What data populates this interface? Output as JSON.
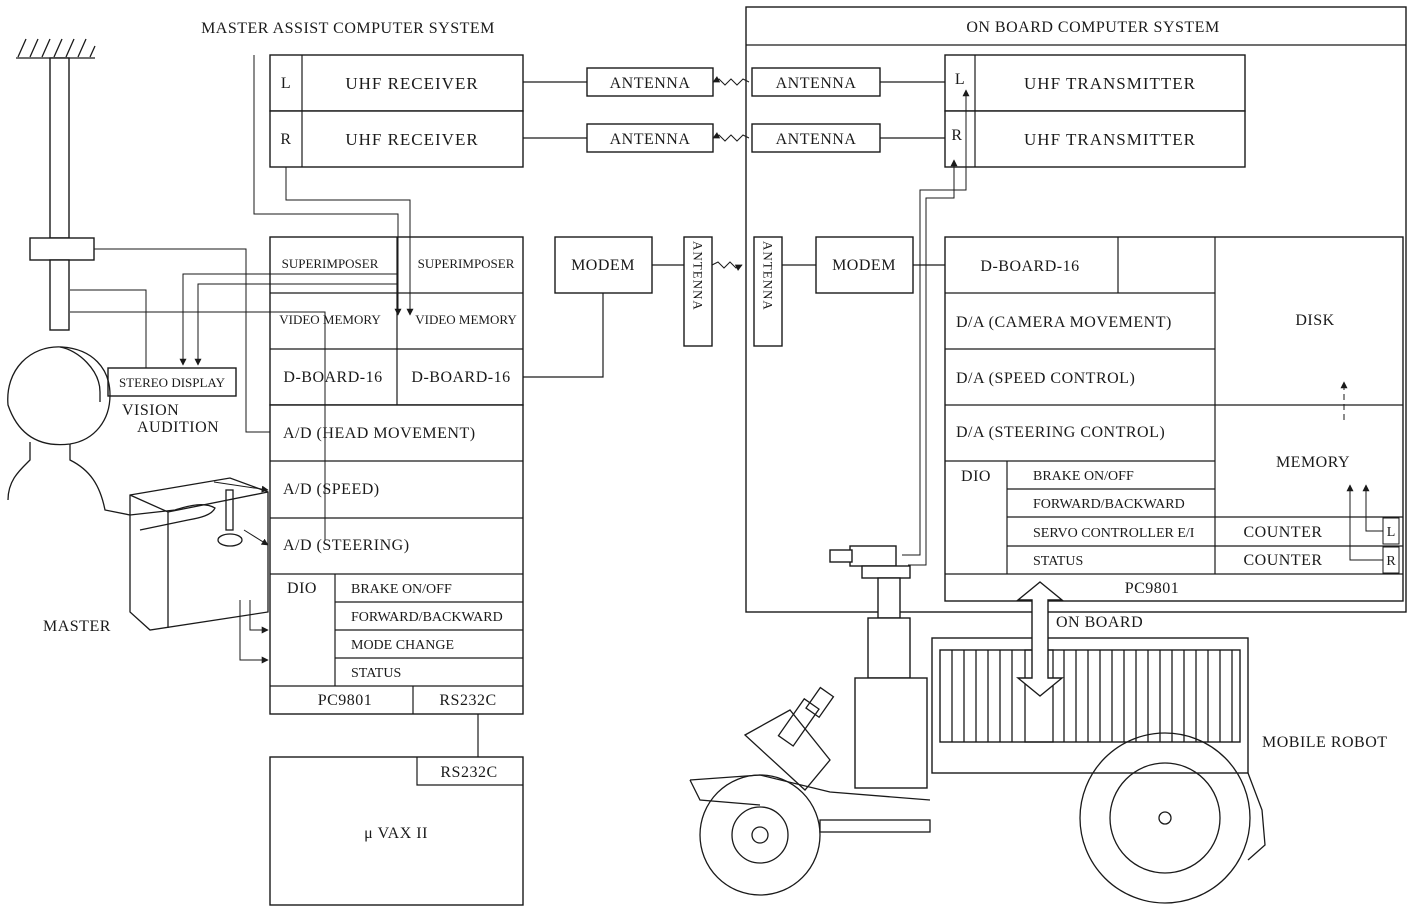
{
  "titles": {
    "master_system": "MASTER ASSIST COMPUTER SYSTEM",
    "onboard_system": "ON BOARD COMPUTER SYSTEM"
  },
  "master_side": {
    "rx_channels": [
      {
        "ch": "L",
        "label": "UHF RECEIVER"
      },
      {
        "ch": "R",
        "label": "UHF RECEIVER"
      }
    ],
    "antennas": [
      "ANTENNA",
      "ANTENNA"
    ],
    "superimposers": [
      "SUPERIMPOSER",
      "SUPERIMPOSER"
    ],
    "video_memories": [
      "VIDEO MEMORY",
      "VIDEO MEMORY"
    ],
    "dboards": [
      "D-BOARD-16",
      "D-BOARD-16"
    ],
    "ad_rows": [
      "A/D (HEAD MOVEMENT)",
      "A/D (SPEED)",
      "A/D (STEERING)"
    ],
    "dio_label": "DIO",
    "dio_rows": [
      "BRAKE ON/OFF",
      "FORWARD/BACKWARD",
      "MODE CHANGE",
      "STATUS"
    ],
    "pc": "PC9801",
    "rs232": "RS232C",
    "modem": "MODEM",
    "vert_antenna": "ANTENNA"
  },
  "vax": {
    "rs232": "RS232C",
    "name": "μ VAX II"
  },
  "operator": {
    "stereo_display": "STEREO DISPLAY",
    "vision": "VISION",
    "audition": "AUDITION",
    "master": "MASTER"
  },
  "onboard_side": {
    "antennas": [
      "ANTENNA",
      "ANTENNA"
    ],
    "tx_channels": [
      {
        "ch": "L",
        "label": "UHF TRANSMITTER"
      },
      {
        "ch": "R",
        "label": "UHF TRANSMITTER"
      }
    ],
    "vert_antenna": "ANTENNA",
    "modem": "MODEM",
    "dboard": "D-BOARD-16",
    "da_rows": [
      "D/A (CAMERA MOVEMENT)",
      "D/A (SPEED CONTROL)",
      "D/A (STEERING CONTROL)"
    ],
    "disk": "DISK",
    "memory": "MEMORY",
    "dio_label": "DIO",
    "dio_rows": [
      "BRAKE ON/OFF",
      "FORWARD/BACKWARD",
      "SERVO CONTROLLER E/I",
      "STATUS"
    ],
    "counters": [
      "COUNTER",
      "COUNTER"
    ],
    "counter_channels": [
      "L",
      "R"
    ],
    "pc": "PC9801"
  },
  "robot": {
    "on_board": "ON BOARD",
    "mobile_robot": "MOBILE ROBOT"
  }
}
